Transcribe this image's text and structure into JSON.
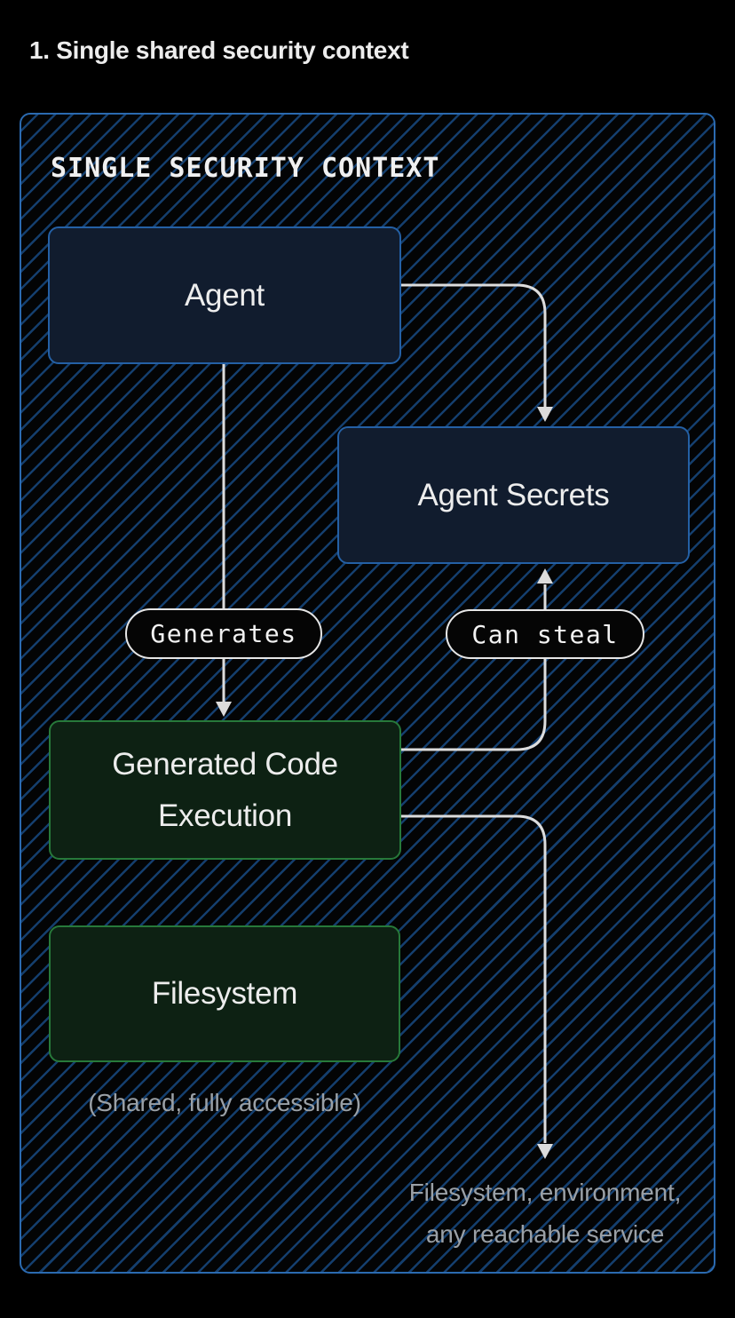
{
  "heading": "1. Single shared security context",
  "context": {
    "label": "SINGLE SECURITY CONTEXT"
  },
  "nodes": {
    "agent": {
      "label": "Agent"
    },
    "agent_secrets": {
      "label": "Agent Secrets"
    },
    "generated_code": {
      "lines": [
        "Generated Code",
        "Execution"
      ]
    },
    "filesystem": {
      "label": "Filesystem",
      "note": "(Shared, fully accessible)"
    }
  },
  "edges": {
    "generates": {
      "label": "Generates"
    },
    "can_steal": {
      "label": "Can steal"
    }
  },
  "target_note": {
    "lines": [
      "Filesystem, environment,",
      "any reachable service"
    ]
  },
  "colors": {
    "page_bg": "#000000",
    "container_border": "#2b6ab0",
    "hatch_line": "#143e6d",
    "node_blue_bg": "#111c2e",
    "node_blue_border": "#2460a5",
    "node_green_bg": "#0d2113",
    "node_green_border": "#27793a",
    "connector": "#dcdcdc",
    "pill_bg": "#050505",
    "pill_border": "#e6e6e6",
    "text_primary": "#ededed",
    "text_muted": "#9aa0a6"
  }
}
